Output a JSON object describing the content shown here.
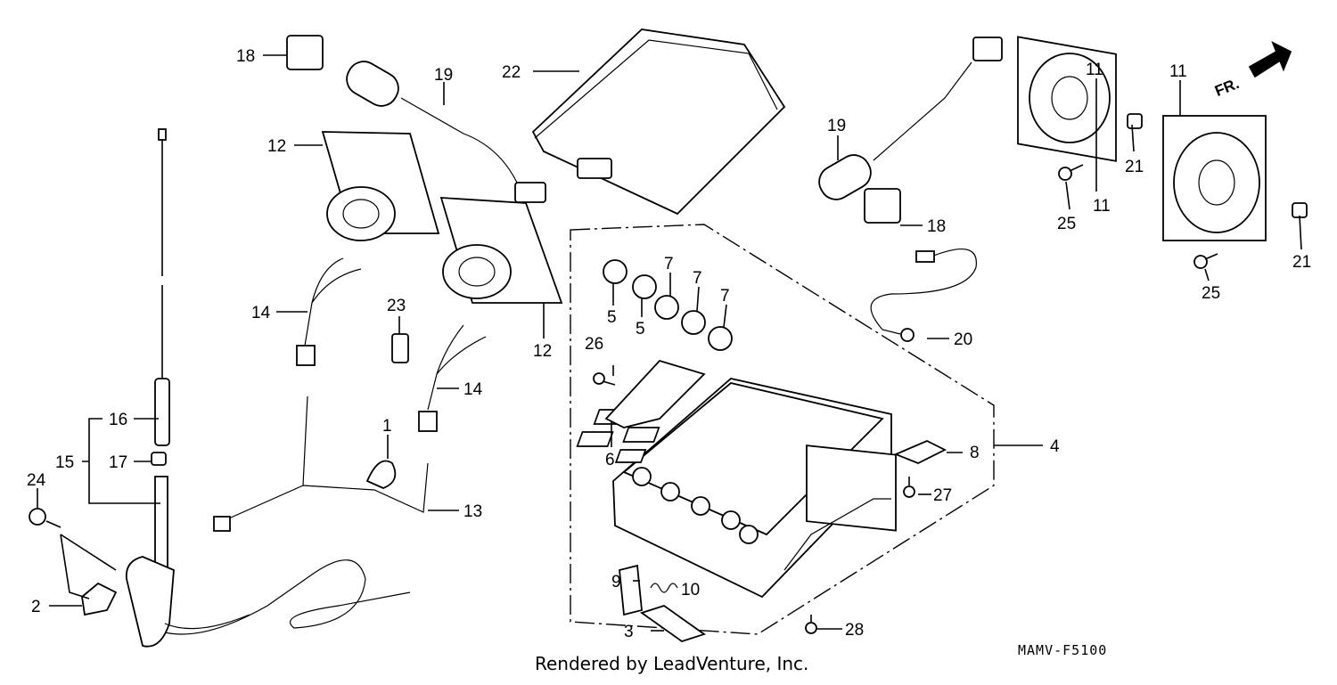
{
  "diagram": {
    "callouts": {
      "c1": "1",
      "c2": "2",
      "c3": "3",
      "c4": "4",
      "c5a": "5",
      "c5b": "5",
      "c6": "6",
      "c7a": "7",
      "c7b": "7",
      "c7c": "7",
      "c8": "8",
      "c9": "9",
      "c10": "10",
      "c11a": "11",
      "c11b": "11",
      "c11c": "11",
      "c12a": "12",
      "c12b": "12",
      "c13": "13",
      "c14a": "14",
      "c14b": "14",
      "c15": "15",
      "c16": "16",
      "c17": "17",
      "c18a": "18",
      "c18b": "18",
      "c19a": "19",
      "c19b": "19",
      "c20": "20",
      "c21a": "21",
      "c21b": "21",
      "c22": "22",
      "c23": "23",
      "c24": "24",
      "c25a": "25",
      "c25b": "25",
      "c26": "26",
      "c27": "27",
      "c28": "28"
    },
    "front_label": "FR.",
    "diagram_code": "MAMV-F5100",
    "credit": "Rendered by LeadVenture, Inc."
  }
}
